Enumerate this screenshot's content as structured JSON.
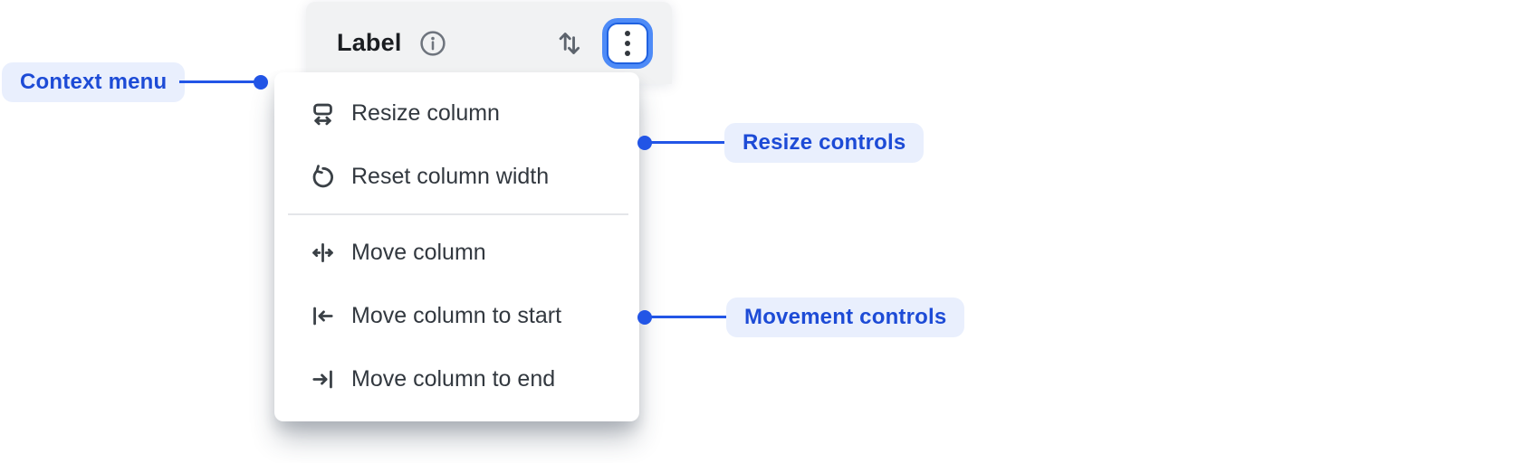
{
  "header": {
    "label": "Label",
    "icons": [
      "info-icon",
      "sort-vertical-icon",
      "more-vertical-icon"
    ]
  },
  "menu": {
    "items": [
      {
        "icon": "resize-horizontal-icon",
        "label": "Resize column"
      },
      {
        "icon": "undo-reset-icon",
        "label": "Reset column width"
      },
      {
        "icon": "move-column-icon",
        "label": "Move column"
      },
      {
        "icon": "move-to-start-icon",
        "label": "Move column to start"
      },
      {
        "icon": "move-to-end-icon",
        "label": "Move column to end"
      }
    ],
    "divider_after_index": 1
  },
  "annotations": {
    "context_menu": "Context menu",
    "resize_controls": "Resize controls",
    "movement_controls": "Movement controls"
  },
  "colors": {
    "annotation_text": "#1d4bd6",
    "annotation_bg": "#e9effd",
    "connector_blue": "#2255e6",
    "focus_ring_outer": "#4e8bf7",
    "focus_ring_border": "#1f61e0",
    "header_bg": "#f1f2f3",
    "menu_bg": "#ffffff",
    "menu_text": "#32383f",
    "header_text": "#1a1d21"
  }
}
